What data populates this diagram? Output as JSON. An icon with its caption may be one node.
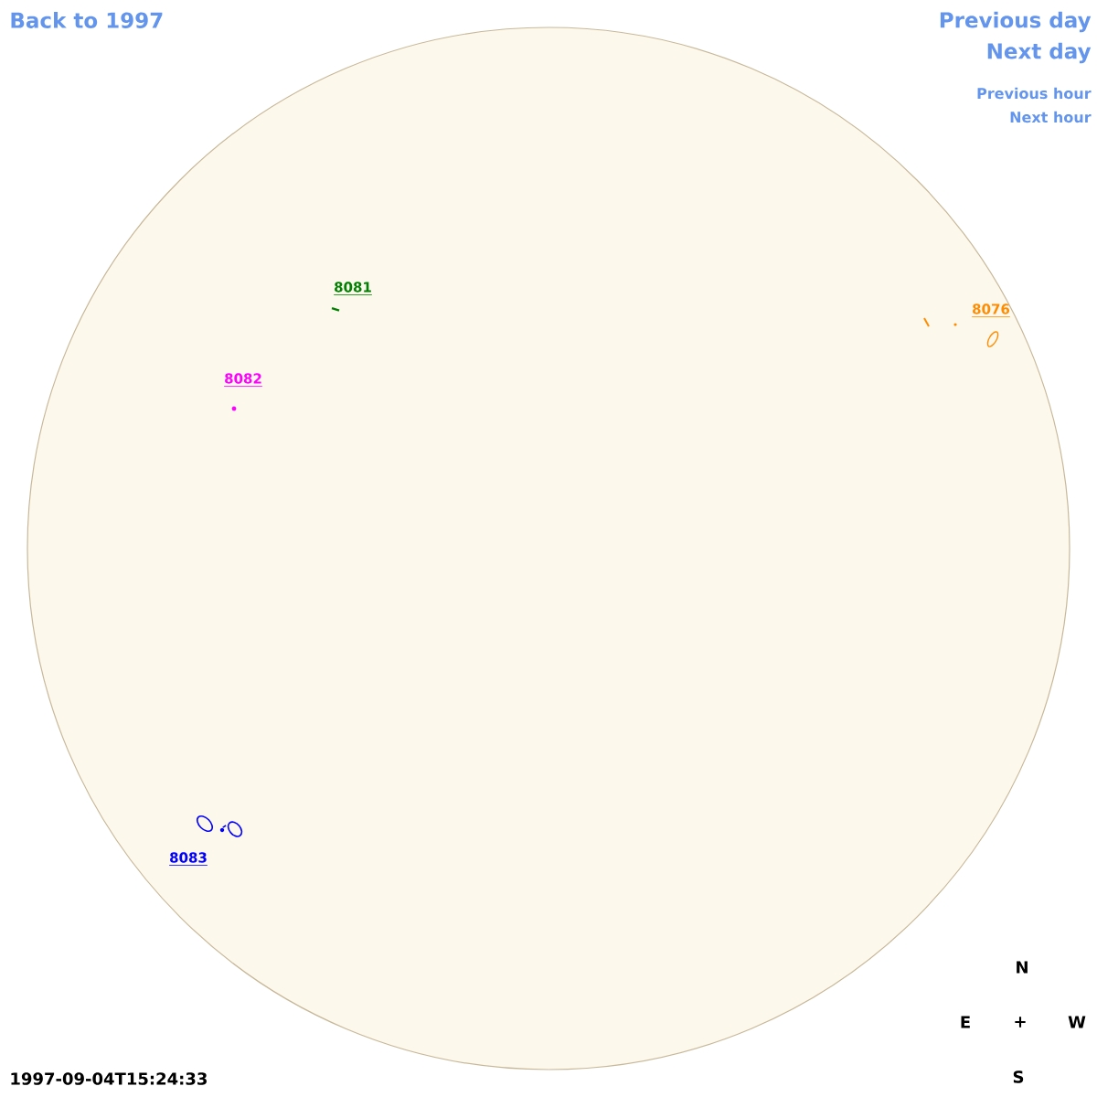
{
  "diagram": {
    "labels": [
      "Back to 1997",
      "Previous day",
      "Next day",
      "Previous hour",
      "Next hour",
      "8081",
      "8076",
      "8082",
      "8083",
      "N",
      "E",
      "+",
      "W",
      "S",
      "1997-09-04T15:24:33"
    ]
  }
}
